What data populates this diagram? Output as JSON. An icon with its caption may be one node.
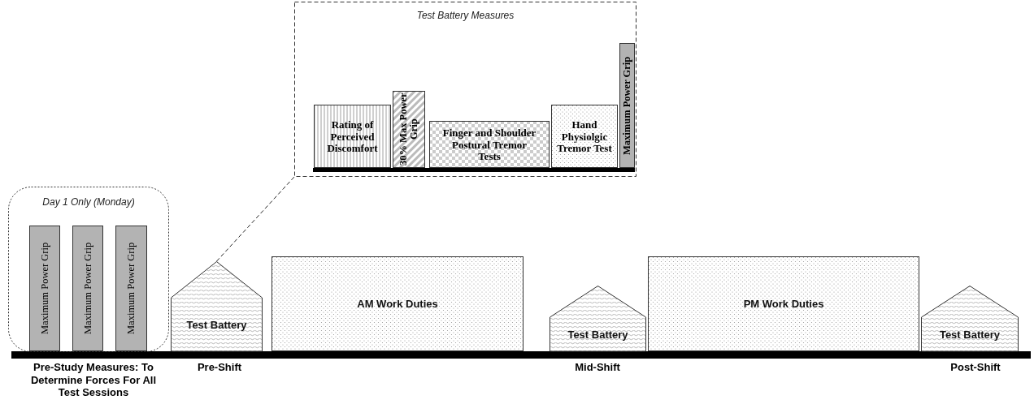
{
  "diagram": {
    "nodes": [
      {
        "text": [
          "Test Battery Measures"
        ]
      },
      {
        "text": [
          "Rating of Perceived Discomfort"
        ],
        "in": 0
      },
      {
        "text": [
          "30% Max Power Grip"
        ],
        "in": 0
      },
      {
        "text": [
          "Finger and Shoulder Postural Tremor Tests"
        ],
        "in": 0
      },
      {
        "text": [
          "Hand Physiolgic Tremor Test"
        ],
        "in": 0
      },
      {
        "text": [
          "Maximum Power Grip"
        ],
        "in": 0
      },
      {
        "text": [
          "Day 1 Only (Monday)"
        ],
        "beside": [
          "Pre-Study Measures: To Determine Forces For All Test Sessions"
        ]
      },
      {
        "text": [
          "Maximum Power Grip"
        ],
        "in": 6
      },
      {
        "text": [
          "Maximum Power Grip"
        ],
        "in": 6
      },
      {
        "text": [
          "Maximum Power Grip"
        ],
        "in": 6
      },
      {
        "text": [
          "Test Battery"
        ],
        "beside": [
          "Pre-Shift"
        ]
      },
      {
        "text": [
          "AM Work Duties"
        ]
      },
      {
        "text": [
          "Test Battery"
        ],
        "beside": [
          "Mid-Shift"
        ]
      },
      {
        "text": [
          "PM Work Duties"
        ]
      },
      {
        "text": [
          "Test Battery"
        ],
        "beside": [
          "Post-Shift"
        ]
      }
    ],
    "edges": [
      {
        "from": 10,
        "to": 0,
        "arrow": "none",
        "style": "dashed"
      }
    ]
  }
}
